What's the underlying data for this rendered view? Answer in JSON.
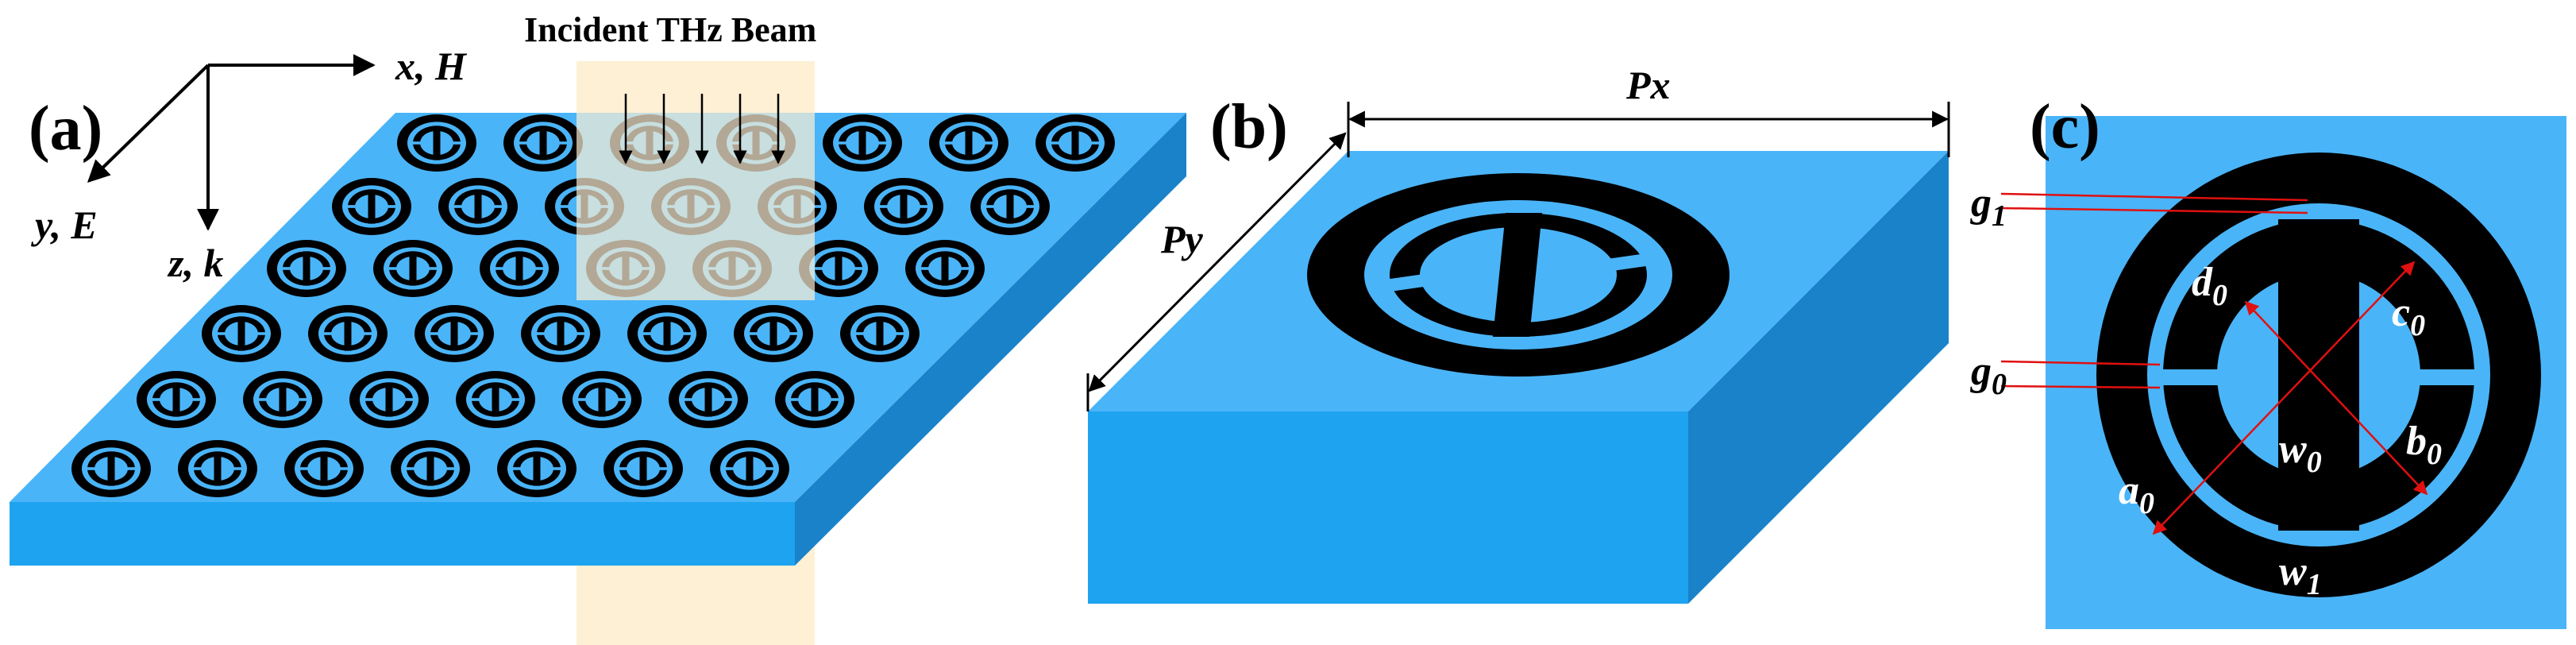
{
  "panels": {
    "a": {
      "label": "(a)",
      "axes": {
        "x": "x, H",
        "y": "y, E",
        "z": "z, k"
      },
      "beam_label": "Incident THz Beam"
    },
    "b": {
      "label": "(b)",
      "dims": {
        "px": "Px",
        "py": "Py"
      }
    },
    "c": {
      "label": "(c)",
      "params": {
        "g1": {
          "base": "g",
          "sub": "1"
        },
        "g0": {
          "base": "g",
          "sub": "0"
        },
        "d0": {
          "base": "d",
          "sub": "0"
        },
        "c0": {
          "base": "c",
          "sub": "0"
        },
        "w0": {
          "base": "w",
          "sub": "0"
        },
        "b0": {
          "base": "b",
          "sub": "0"
        },
        "a0": {
          "base": "a",
          "sub": "0"
        },
        "w1": {
          "base": "w",
          "sub": "1"
        }
      }
    }
  },
  "colors": {
    "substrate_top": "#4AB4F8",
    "substrate_front": "#1EA3F0",
    "substrate_side": "#1A82C9",
    "resonator": "#000000",
    "beam_band": "#FDF0D4",
    "arrow_red": "#E01010"
  }
}
